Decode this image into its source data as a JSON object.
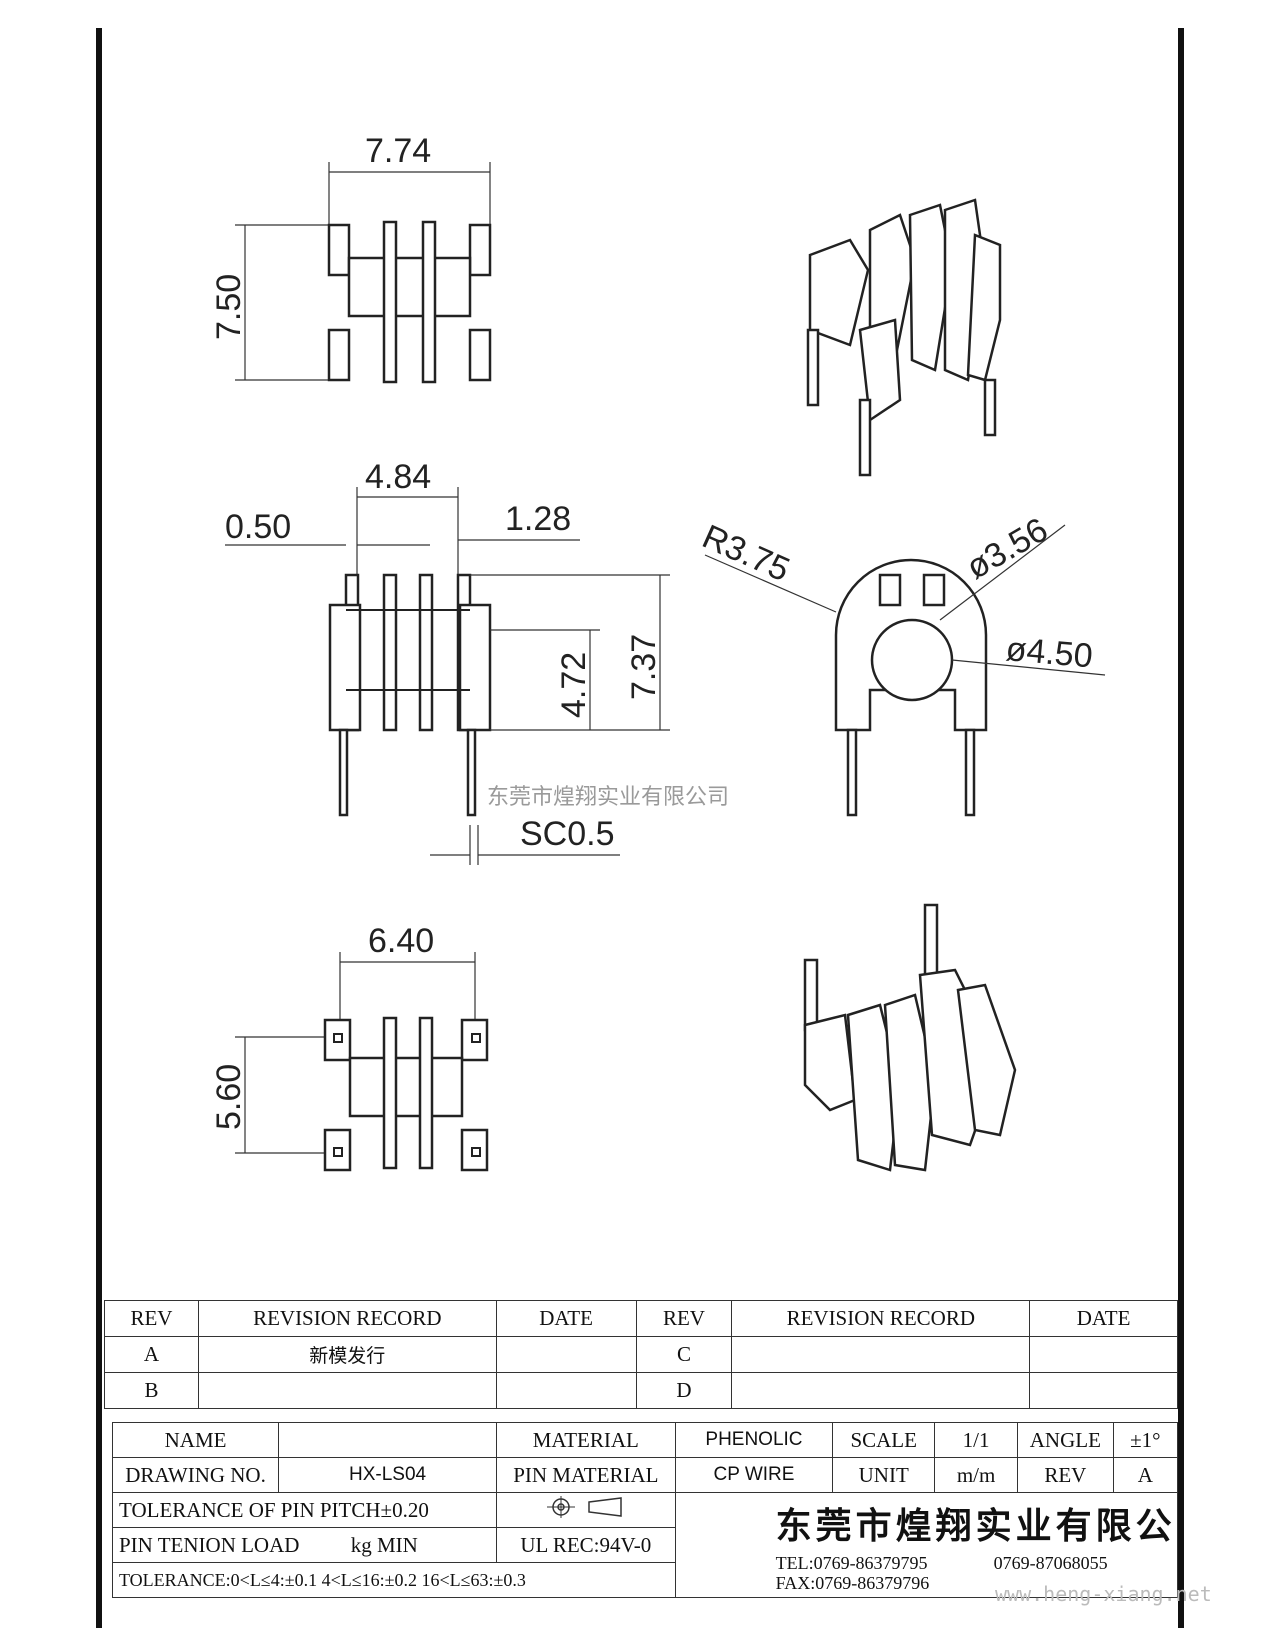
{
  "dimensions": {
    "top_width": "7.74",
    "top_height": "7.50",
    "side_core": "4.84",
    "side_gap": "0.50",
    "side_flange": "1.28",
    "side_inner_h": "4.72",
    "side_total_h": "7.37",
    "chamfer": "SC0.5",
    "end_radius": "R3.75",
    "end_bore": "ø3.56",
    "end_outer": "ø4.50",
    "bottom_width": "6.40",
    "bottom_height": "5.60"
  },
  "watermark": "东莞市煌翔实业有限公司",
  "revision_table": {
    "headers": [
      "REV",
      "REVISION RECORD",
      "DATE",
      "REV",
      "REVISION RECORD",
      "DATE"
    ],
    "rows": [
      [
        "A",
        "新模发行",
        "",
        "C",
        "",
        ""
      ],
      [
        "B",
        "",
        "",
        "D",
        "",
        ""
      ]
    ]
  },
  "title_block": {
    "name_label": "NAME",
    "name_value": "",
    "drawing_no_label": "DRAWING NO.",
    "drawing_no_value": "HX-LS04",
    "material_label": "MATERIAL",
    "material_value": "PHENOLIC",
    "pin_material_label": "PIN MATERIAL",
    "pin_material_value": "CP WIRE",
    "scale_label": "SCALE",
    "scale_value": "1/1",
    "unit_label": "UNIT",
    "unit_value": "m/m",
    "angle_label": "ANGLE",
    "angle_value": "±1°",
    "rev_label": "REV",
    "rev_value": "A",
    "tolerance_pitch": "TOLERANCE OF PIN PITCH±0.20",
    "pin_tension": "PIN TENION LOAD",
    "pin_tension_unit": "kg MIN",
    "ul_rec": "UL REC:94V-0",
    "tolerance_general": "TOLERANCE:0<L≤4:±0.1  4<L≤16:±0.2  16<L≤63:±0.3",
    "company": "东莞市煌翔实业有限公司",
    "tel1": "TEL:0769-86379795",
    "tel2": "0769-87068055",
    "fax": "FAX:0769-86379796",
    "website": "www.heng-xiang.net"
  }
}
